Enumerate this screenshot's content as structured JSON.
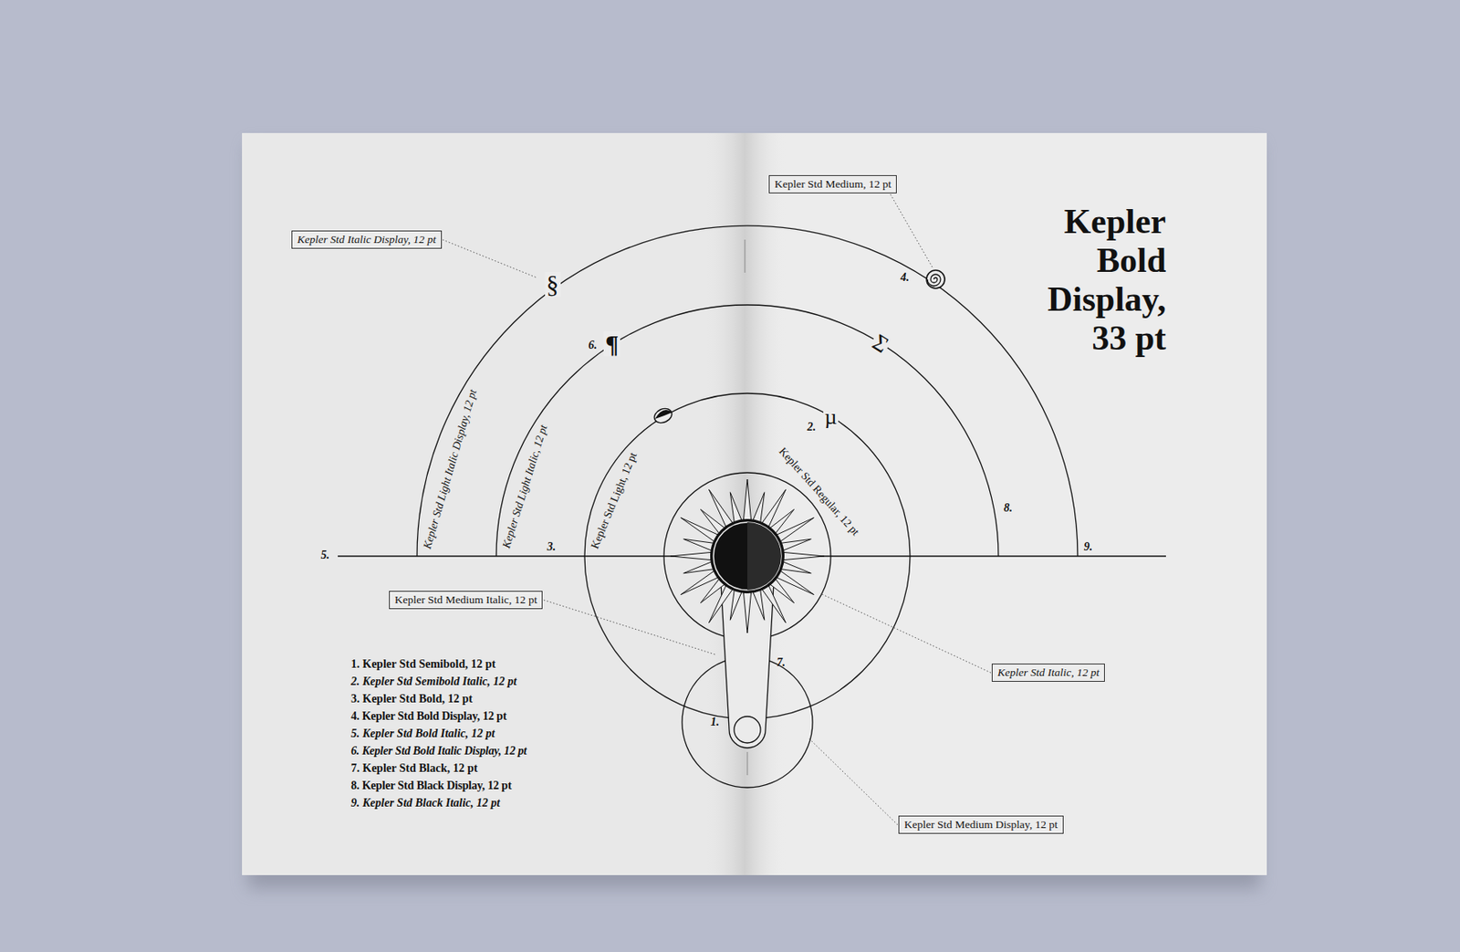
{
  "diagram": {
    "title": "Kepler Bold Display, 33 pt",
    "nodes": [
      {
        "text": [
          "Kepler Std Italic Display, 12 pt"
        ]
      },
      {
        "text": [
          "Kepler Std Medium, 12 pt"
        ]
      },
      {
        "text": [
          "Kepler Std Medium Italic, 12 pt"
        ]
      },
      {
        "text": [
          "Kepler Std Italic, 12 pt"
        ]
      },
      {
        "text": [
          "Kepler Std Medium Display, 12 pt"
        ]
      }
    ],
    "labels": [
      "§",
      "4.",
      "6.",
      "¶",
      "Σ",
      "2.",
      "µ",
      "Kepler Std Light Italic Display, 12 pt",
      "Kepler Std Light Italic, 12 pt",
      "Kepler Std Light, 12 pt",
      "Kepler Std Regular, 12 pt",
      "8.",
      "5.",
      "3.",
      "9.",
      "7.",
      "1.",
      "1. Kepler Std Semibold, 12 pt",
      "2. Kepler Std Semibold Italic, 12 pt",
      "3. Kepler Std Bold, 12 pt",
      "4. Kepler Std Bold Display, 12 pt",
      "5. Kepler Std Bold Italic, 12 pt",
      "6. Kepler Std Bold Italic Display, 12 pt",
      "7. Kepler Std Black, 12 pt",
      "8. Kepler Std Black Display, 12 pt",
      "9. Kepler Std Black Italic, 12 pt"
    ]
  }
}
